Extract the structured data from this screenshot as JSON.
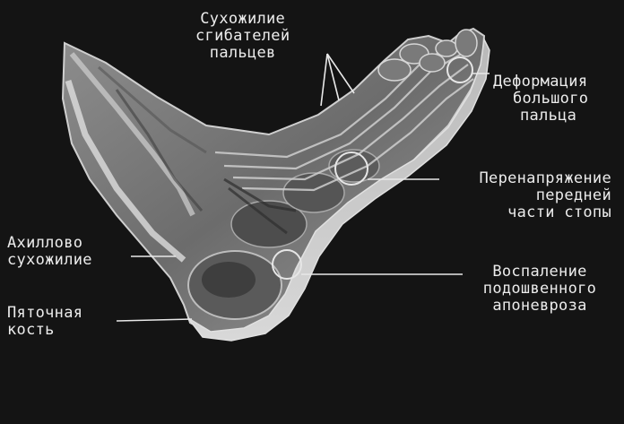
{
  "labels": {
    "flexor_tendon": [
      "Сухожилие",
      "сгибателей",
      "пальцев"
    ],
    "big_toe": [
      "Деформация",
      "большого",
      "пальца"
    ],
    "forefoot": [
      "Перенапряжение",
      "передней",
      "части стопы"
    ],
    "achilles": [
      "Ахиллово",
      "сухожилие"
    ],
    "plantar": [
      "Воспаление",
      "подошвенного",
      "апоневроза"
    ],
    "heel": [
      "Пяточная",
      "кость"
    ]
  }
}
